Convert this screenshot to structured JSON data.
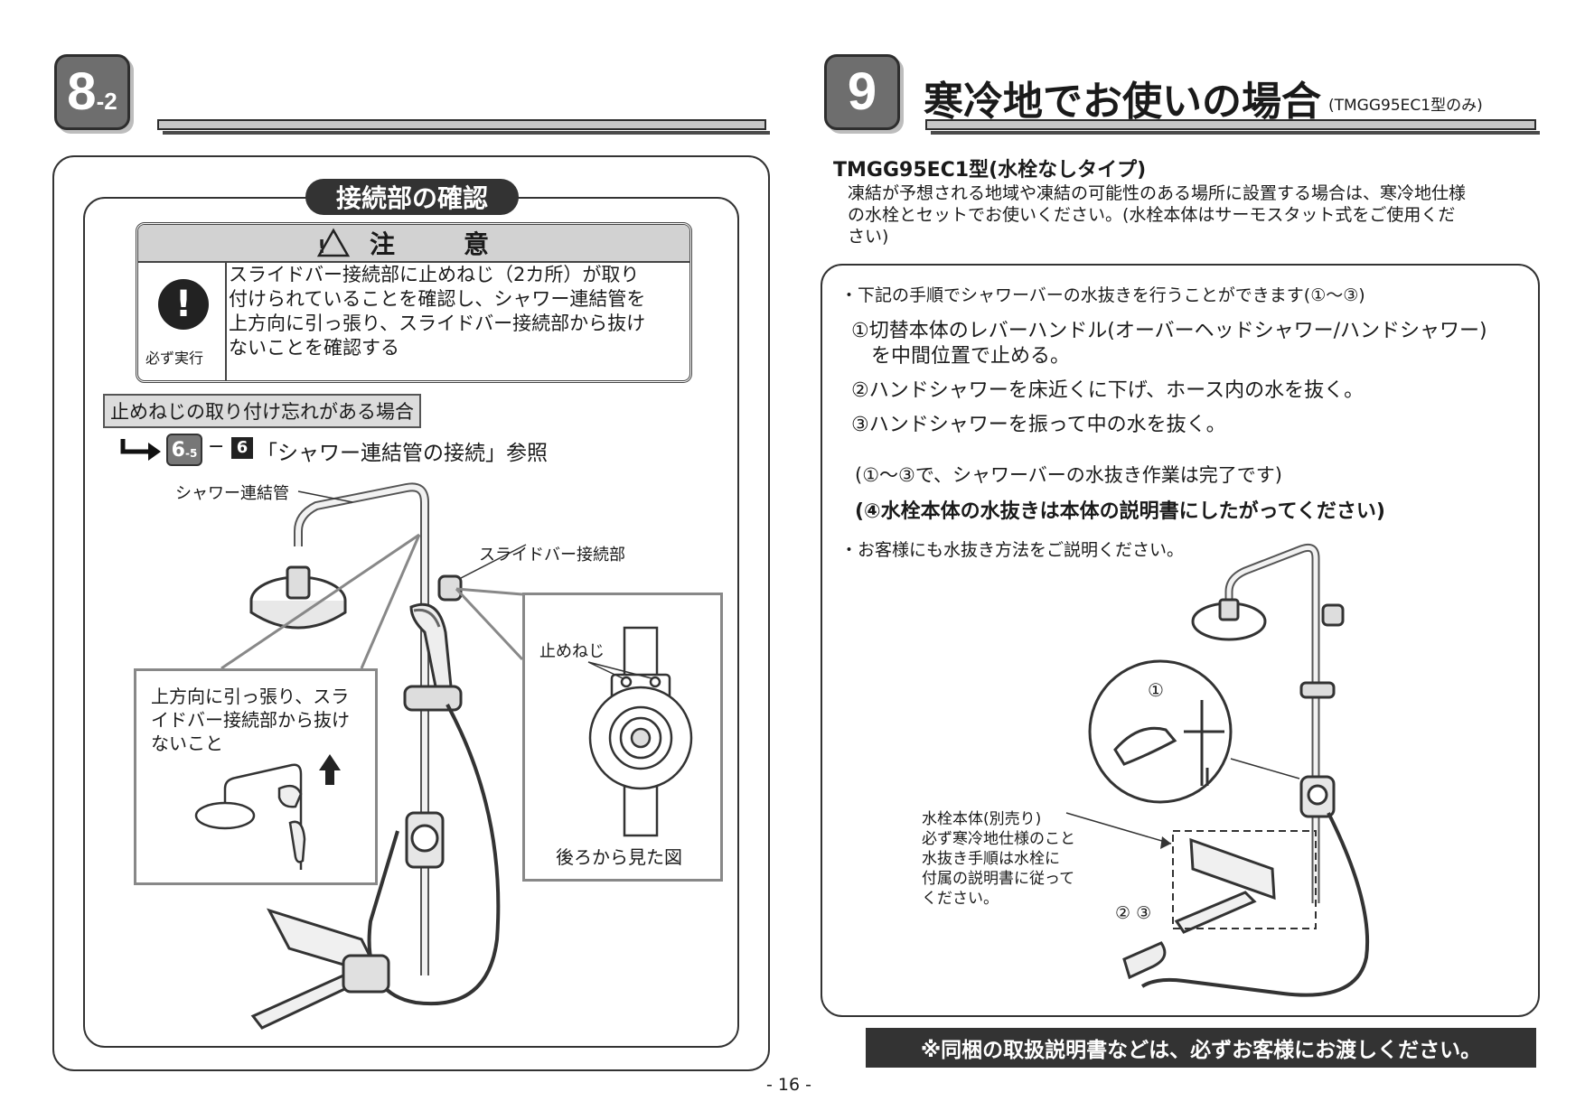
{
  "left": {
    "section_main": "8",
    "section_sub": "-2",
    "panel_title": "接続部の確認",
    "caution": {
      "heading": "注　意",
      "must_do_label": "必ず実行",
      "lines": [
        "スライドバー接続部に止めねじ（2カ所）が取り",
        "付けられていることを確認し、シャワー連結管を",
        "上方向に引っ張り、スライドバー接続部から抜け",
        "ないことを確認する"
      ]
    },
    "missing_screw_label": "止めねじの取り付け忘れがある場合",
    "ref_badge_main": "6",
    "ref_badge_sub": "-5",
    "ref_dash": "−",
    "ref_step": "6",
    "ref_text": "「シャワー連結管の接続」参照",
    "callouts": {
      "shower_pipe": "シャワー連結管",
      "slide_joint": "スライドバー接続部",
      "set_screw": "止めねじ",
      "rear_view": "後ろから見た図"
    },
    "pull_note": [
      "上方向に引っ張り、スラ",
      "イドバー接続部から抜け",
      "ないこと"
    ]
  },
  "right": {
    "section_main": "9",
    "title": "寒冷地でお使いの場合",
    "title_note": "(TMGG95EC1型のみ)",
    "model_heading": "TMGG95EC1型(水栓なしタイプ)",
    "intro_lines": [
      "凍結が予想される地域や凍結の可能性のある場所に設置する場合は、寒冷地仕様",
      "の水栓とセットでお使いください。(水栓本体はサーモスタット式をご使用くだ",
      "さい)"
    ],
    "bullet1": "・下記の手順でシャワーバーの水抜きを行うことができます(①〜③)",
    "steps": [
      "①切替本体のレバーハンドル(オーバーヘッドシャワー/ハンドシャワー)",
      "　を中間位置で止める。",
      "②ハンドシャワーを床近くに下げ、ホース内の水を抜く。",
      "③ハンドシャワーを振って中の水を抜く。"
    ],
    "done_note": "(①〜③で、シャワーバーの水抜き作業は完了です)",
    "bold_note": "(④水栓本体の水抜きは本体の説明書にしたがってください)",
    "bullet2": "・お客様にも水抜き方法をご説明ください。",
    "callout_mark1": "①",
    "callout_mark23": "② ③",
    "faucet_note": [
      "水栓本体(別売り)",
      "必ず寒冷地仕様のこと",
      "水抜き手順は水栓に",
      "付属の説明書に従って",
      "ください。"
    ],
    "banner": "※同梱の取扱説明書などは、必ずお客様にお渡しください。"
  },
  "page_number": "- 16 -"
}
